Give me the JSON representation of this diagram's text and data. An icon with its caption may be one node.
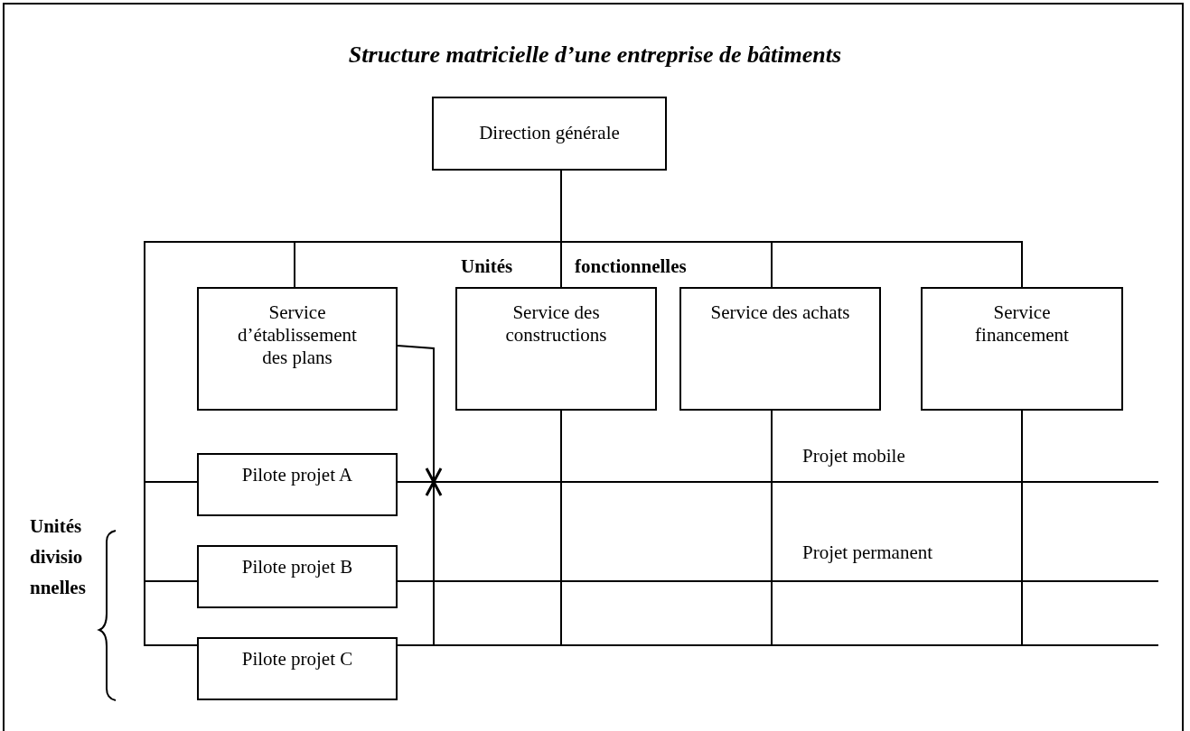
{
  "diagram": {
    "title": "Structure matricielle d’une entreprise de bâtiments",
    "nodes": [
      {
        "text": [
          "Direction générale"
        ]
      },
      {
        "text": [
          "Service d’établissement des plans"
        ]
      },
      {
        "text": [
          "Service des constructions"
        ]
      },
      {
        "text": [
          "Service des achats"
        ]
      },
      {
        "text": [
          "Service financement"
        ]
      },
      {
        "text": [
          "Pilote projet A"
        ]
      },
      {
        "text": [
          "Pilote projet B"
        ]
      },
      {
        "text": [
          "Pilote projet C"
        ]
      }
    ],
    "edges": [
      {
        "from": 0,
        "to": 1,
        "arrow": "none"
      },
      {
        "from": 0,
        "to": 2,
        "arrow": "none"
      },
      {
        "from": 0,
        "to": 3,
        "arrow": "none"
      },
      {
        "from": 0,
        "to": 4,
        "arrow": "none"
      },
      {
        "from": 0,
        "to": 5,
        "arrow": "none"
      },
      {
        "from": 0,
        "to": 6,
        "arrow": "none"
      },
      {
        "from": 0,
        "to": 7,
        "arrow": "none"
      },
      {
        "from": 1,
        "to": null,
        "arrow": "none"
      },
      {
        "from": 2,
        "to": null,
        "arrow": "none"
      },
      {
        "from": 3,
        "to": null,
        "arrow": "none"
      },
      {
        "from": 4,
        "to": null,
        "arrow": "none"
      },
      {
        "from": 5,
        "to": null,
        "arrow": "none"
      },
      {
        "from": 6,
        "to": null,
        "arrow": "none"
      },
      {
        "from": 7,
        "to": null,
        "arrow": "none"
      }
    ],
    "labels": [
      "Unités",
      "fonctionnelles",
      "Projet mobile",
      "Projet permanent",
      "Unités divisionnelles"
    ]
  }
}
